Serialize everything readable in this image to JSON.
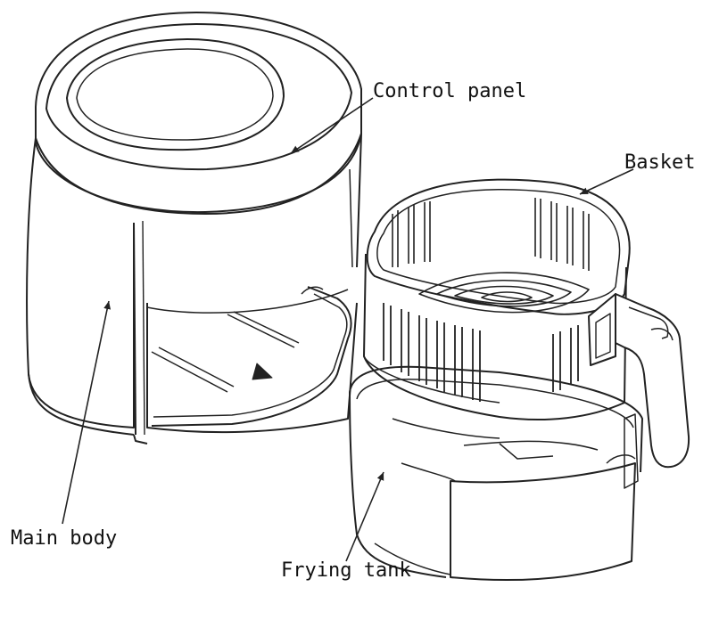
{
  "labels": {
    "control_panel": "Control panel",
    "basket": "Basket",
    "main_body": "Main body",
    "frying_tank": "Frying tank"
  },
  "colors": {
    "line": "#222222",
    "background": "#ffffff"
  }
}
